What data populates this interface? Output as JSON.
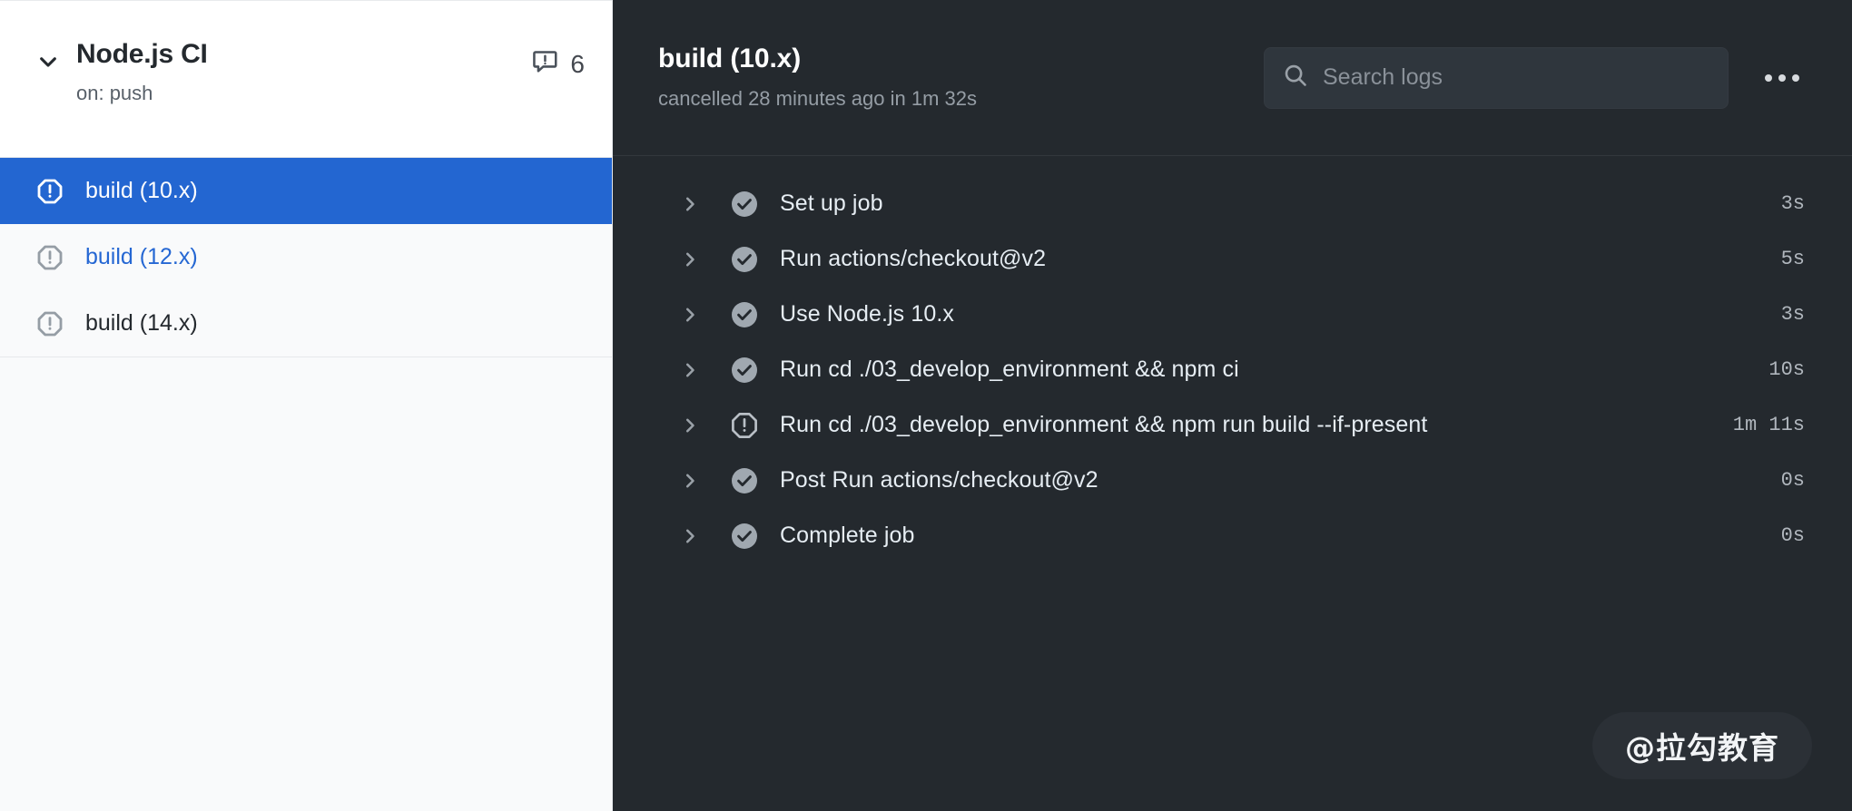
{
  "sidebar": {
    "workflow": {
      "chevron_icon": "chevron-down-icon",
      "title": "Node.js CI",
      "trigger": "on: push",
      "annotation_icon": "comment-alert-icon",
      "annotation_count": "6"
    },
    "jobs": [
      {
        "status_icon": "octagon-alert-icon",
        "label": "build (10.x)",
        "state": "selected"
      },
      {
        "status_icon": "octagon-alert-icon",
        "label": "build (12.x)",
        "state": "link"
      },
      {
        "status_icon": "octagon-alert-icon",
        "label": "build (14.x)",
        "state": "default"
      }
    ]
  },
  "main": {
    "header": {
      "title": "build (10.x)",
      "subtitle": "cancelled 28 minutes ago in 1m 32s",
      "search": {
        "icon": "search-icon",
        "placeholder": "Search logs",
        "value": ""
      },
      "kebab_icon": "kebab-horizontal-icon"
    },
    "steps": [
      {
        "chevron_icon": "chevron-right-icon",
        "status_icon": "check-circle-icon",
        "label": "Set up job",
        "duration": "3s"
      },
      {
        "chevron_icon": "chevron-right-icon",
        "status_icon": "check-circle-icon",
        "label": "Run actions/checkout@v2",
        "duration": "5s"
      },
      {
        "chevron_icon": "chevron-right-icon",
        "status_icon": "check-circle-icon",
        "label": "Use Node.js 10.x",
        "duration": "3s"
      },
      {
        "chevron_icon": "chevron-right-icon",
        "status_icon": "check-circle-icon",
        "label": "Run cd ./03_develop_environment && npm ci",
        "duration": "10s"
      },
      {
        "chevron_icon": "chevron-right-icon",
        "status_icon": "octagon-alert-icon",
        "label": "Run cd ./03_develop_environment && npm run build --if-present",
        "duration": "1m 11s"
      },
      {
        "chevron_icon": "chevron-right-icon",
        "status_icon": "check-circle-icon",
        "label": "Post Run actions/checkout@v2",
        "duration": "0s"
      },
      {
        "chevron_icon": "chevron-right-icon",
        "status_icon": "check-circle-icon",
        "label": "Complete job",
        "duration": "0s"
      }
    ],
    "watermark": "@拉勾教育"
  },
  "colors": {
    "selected_job_bg": "#2366d1",
    "link_blue": "#2567d3",
    "dark_panel": "#24292e",
    "sidebar_bg": "#f9fafb",
    "search_bg": "#2f363d",
    "muted_text": "#959da5"
  }
}
